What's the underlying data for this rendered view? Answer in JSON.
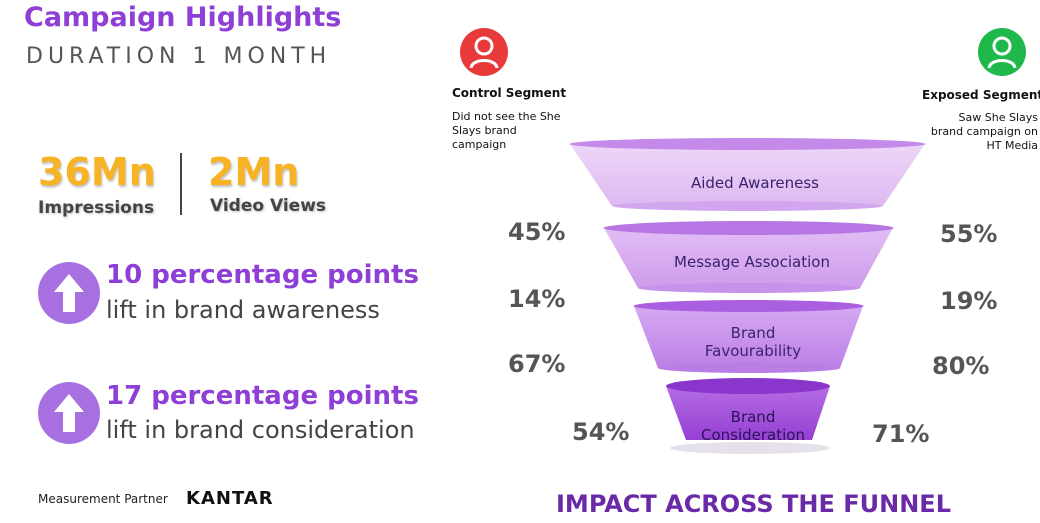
{
  "header": {
    "title": "Campaign Highlights",
    "subtitle": "DURATION 1 MONTH"
  },
  "stats": {
    "impressions": {
      "value": "36Mn",
      "label": "Impressions"
    },
    "video_views": {
      "value": "2Mn",
      "label": "Video Views"
    }
  },
  "lifts": [
    {
      "headline": "10 percentage points",
      "description": "lift in brand awareness"
    },
    {
      "headline": "17 percentage points",
      "description": "lift in brand consideration"
    }
  ],
  "partner": {
    "label": "Measurement Partner",
    "name": "KANTAR"
  },
  "segments": {
    "control": {
      "title": "Control Segment",
      "description": "Did not see the She Slays brand campaign",
      "color": "#e83a3a"
    },
    "exposed": {
      "title": "Exposed Segment",
      "description": "Saw She Slays brand campaign on HT Media",
      "color": "#1fb84a"
    }
  },
  "funnel": {
    "title": "IMPACT ACROSS THE FUNNEL",
    "stages": [
      {
        "label": "Aided Awareness",
        "control": "45%",
        "exposed": "55%"
      },
      {
        "label": "Message Association",
        "control": "14%",
        "exposed": "19%"
      },
      {
        "label": "Brand Favourability",
        "control": "67%",
        "exposed": "80%"
      },
      {
        "label": "Brand Consideration",
        "control": "54%",
        "exposed": "71%"
      }
    ]
  },
  "colors": {
    "accent": "#8e3fd6",
    "highlight": "#f8b324",
    "stage_fills": [
      "#e5c3f3",
      "#d5a8ef",
      "#c88ceb",
      "#a855e0"
    ]
  }
}
